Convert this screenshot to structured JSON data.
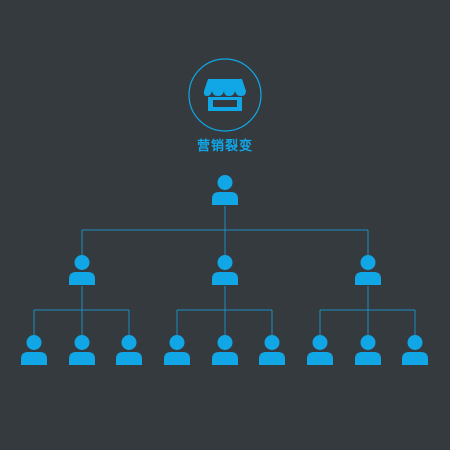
{
  "title": "营销裂变",
  "icons": {
    "store": "storefront-icon",
    "person": "person-icon"
  },
  "colors": {
    "background": "#343a3d",
    "accent": "#11a6e6",
    "line": "#1d8fc4"
  },
  "tree": {
    "name": "root",
    "children": [
      {
        "name": "level1-left",
        "children": [
          {
            "name": "leaf-1"
          },
          {
            "name": "leaf-2"
          },
          {
            "name": "leaf-3"
          }
        ]
      },
      {
        "name": "level1-middle",
        "children": [
          {
            "name": "leaf-4"
          },
          {
            "name": "leaf-5"
          },
          {
            "name": "leaf-6"
          }
        ]
      },
      {
        "name": "level1-right",
        "children": [
          {
            "name": "leaf-7"
          },
          {
            "name": "leaf-8"
          },
          {
            "name": "leaf-9"
          }
        ]
      }
    ]
  }
}
